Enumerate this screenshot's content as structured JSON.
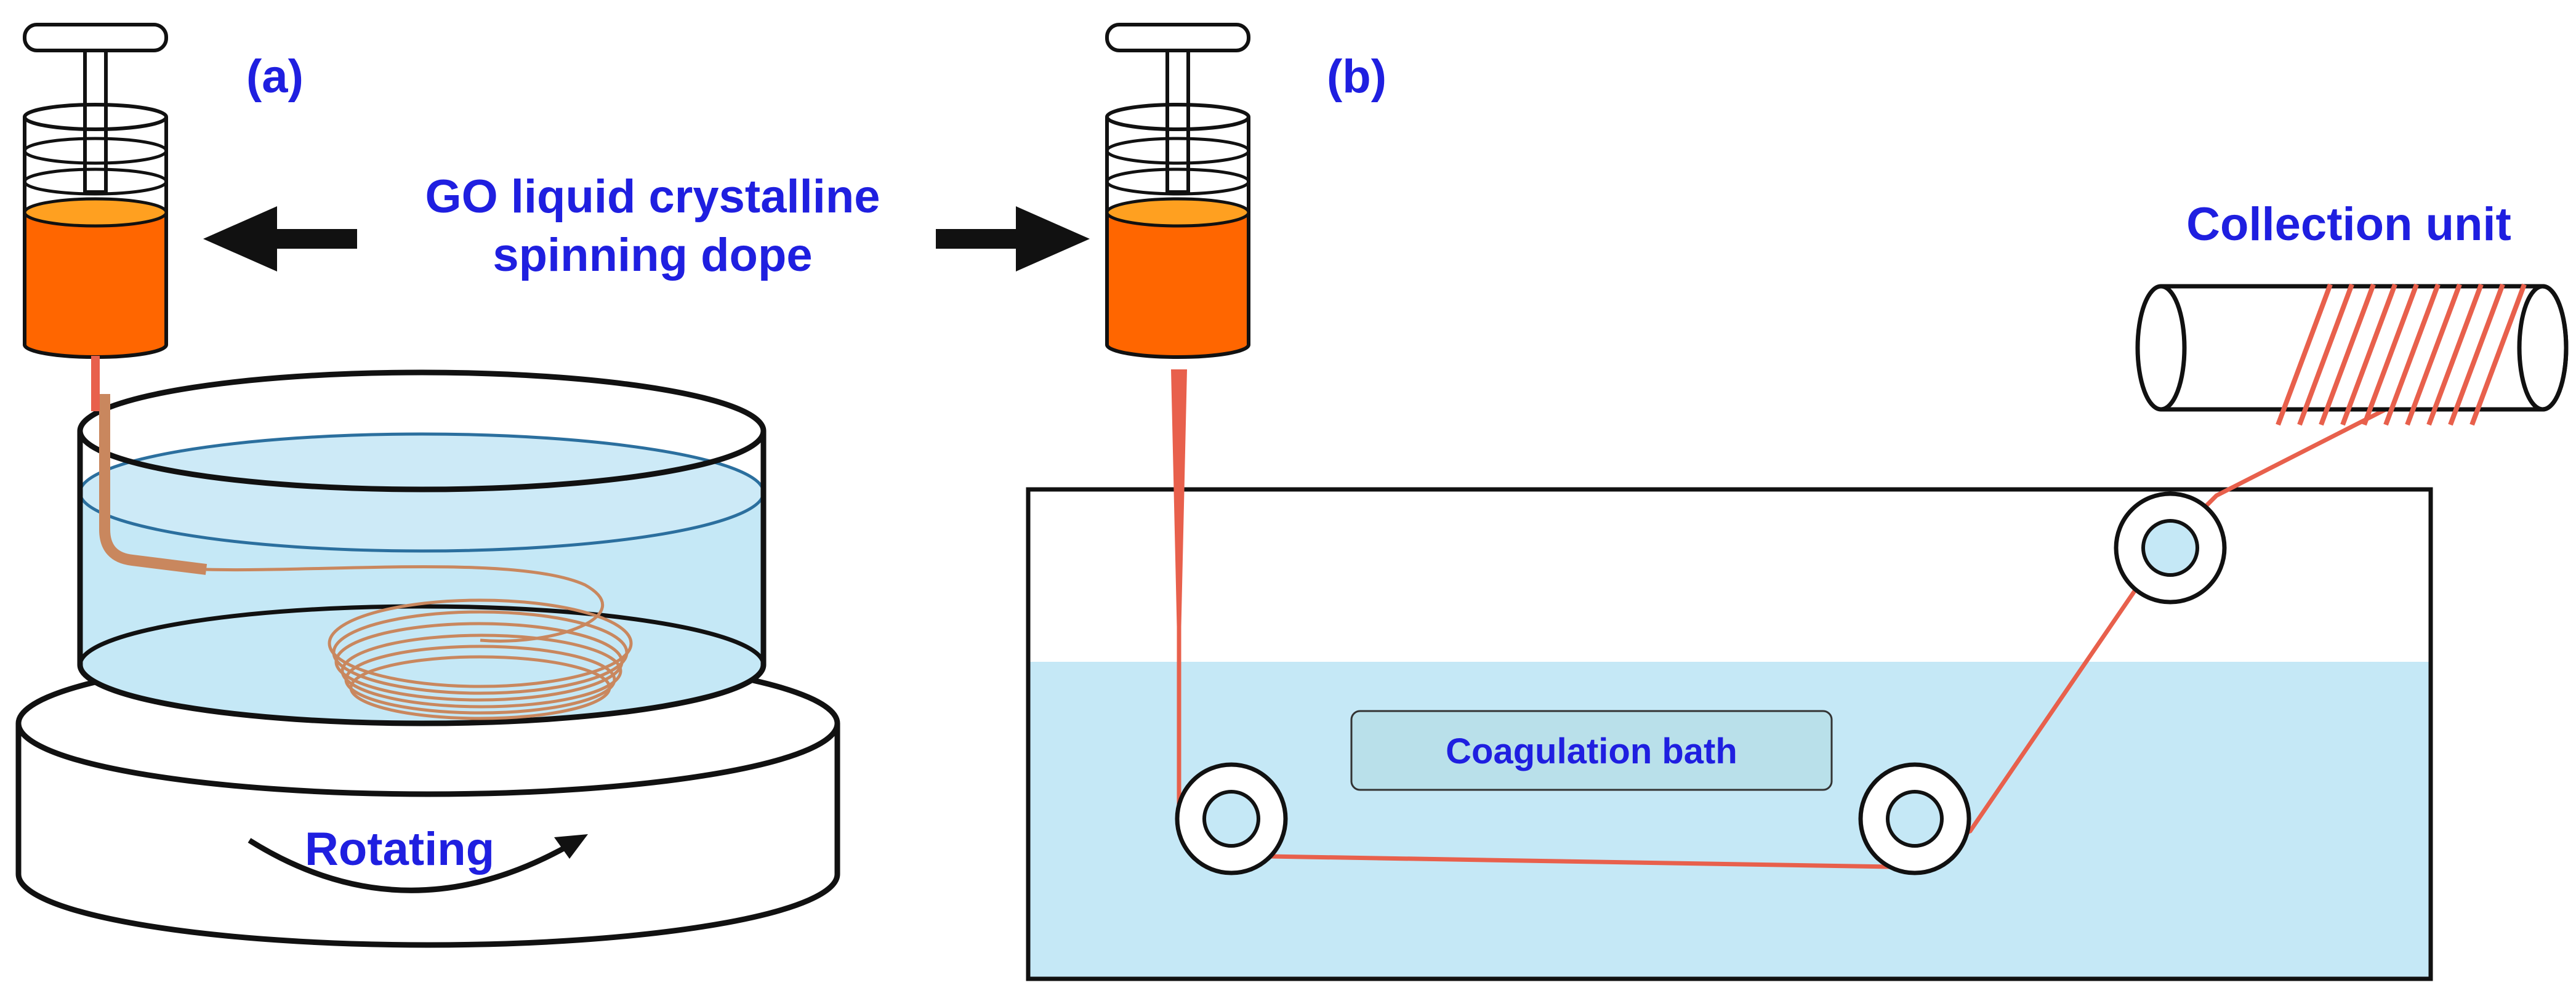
{
  "panels": {
    "a": {
      "label": "(a)"
    },
    "b": {
      "label": "(b)"
    }
  },
  "labels": {
    "dope_line1": "GO liquid crystalline",
    "dope_line2": "spinning dope",
    "rotating": "Rotating",
    "coagulation_bath": "Coagulation bath",
    "collection_unit": "Collection unit"
  },
  "colors": {
    "label_text": "#1f1fe0",
    "dope_orange": "#ff6600",
    "dope_light": "#ffa020",
    "fiber_red": "#e8604c",
    "fiber_brown": "#c9875e",
    "water": "#c5e8f6",
    "outline": "#111111"
  }
}
